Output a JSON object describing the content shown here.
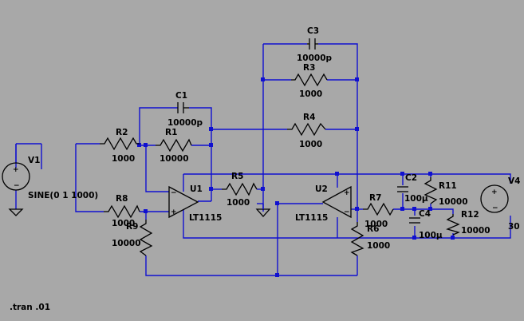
{
  "components": {
    "V1": {
      "ref": "V1",
      "value": "SINE(0 1 1000)"
    },
    "V4": {
      "ref": "V4",
      "value": "30"
    },
    "R1": {
      "ref": "R1",
      "value": "10000"
    },
    "R2": {
      "ref": "R2",
      "value": "1000"
    },
    "R3": {
      "ref": "R3",
      "value": "1000"
    },
    "R4": {
      "ref": "R4",
      "value": "1000"
    },
    "R5": {
      "ref": "R5",
      "value": "1000"
    },
    "R6": {
      "ref": "R6",
      "value": "1000"
    },
    "R7": {
      "ref": "R7",
      "value": "1000"
    },
    "R8": {
      "ref": "R8",
      "value": "1000"
    },
    "R9": {
      "ref": "R9",
      "value": "10000"
    },
    "R11": {
      "ref": "R11",
      "value": "10000"
    },
    "R12": {
      "ref": "R12",
      "value": "10000"
    },
    "C1": {
      "ref": "C1",
      "value": "10000p"
    },
    "C2": {
      "ref": "C2",
      "value": "100µ"
    },
    "C3": {
      "ref": "C3",
      "value": "10000p"
    },
    "C4": {
      "ref": "C4",
      "value": "100µ"
    },
    "U1": {
      "ref": "U1",
      "value": "LT1115"
    },
    "U2": {
      "ref": "U2",
      "value": "LT1115"
    }
  },
  "directive": ".tran .01",
  "colors": {
    "background": "#a8a8a8",
    "wire": "#1010d0",
    "component": "#000000"
  }
}
